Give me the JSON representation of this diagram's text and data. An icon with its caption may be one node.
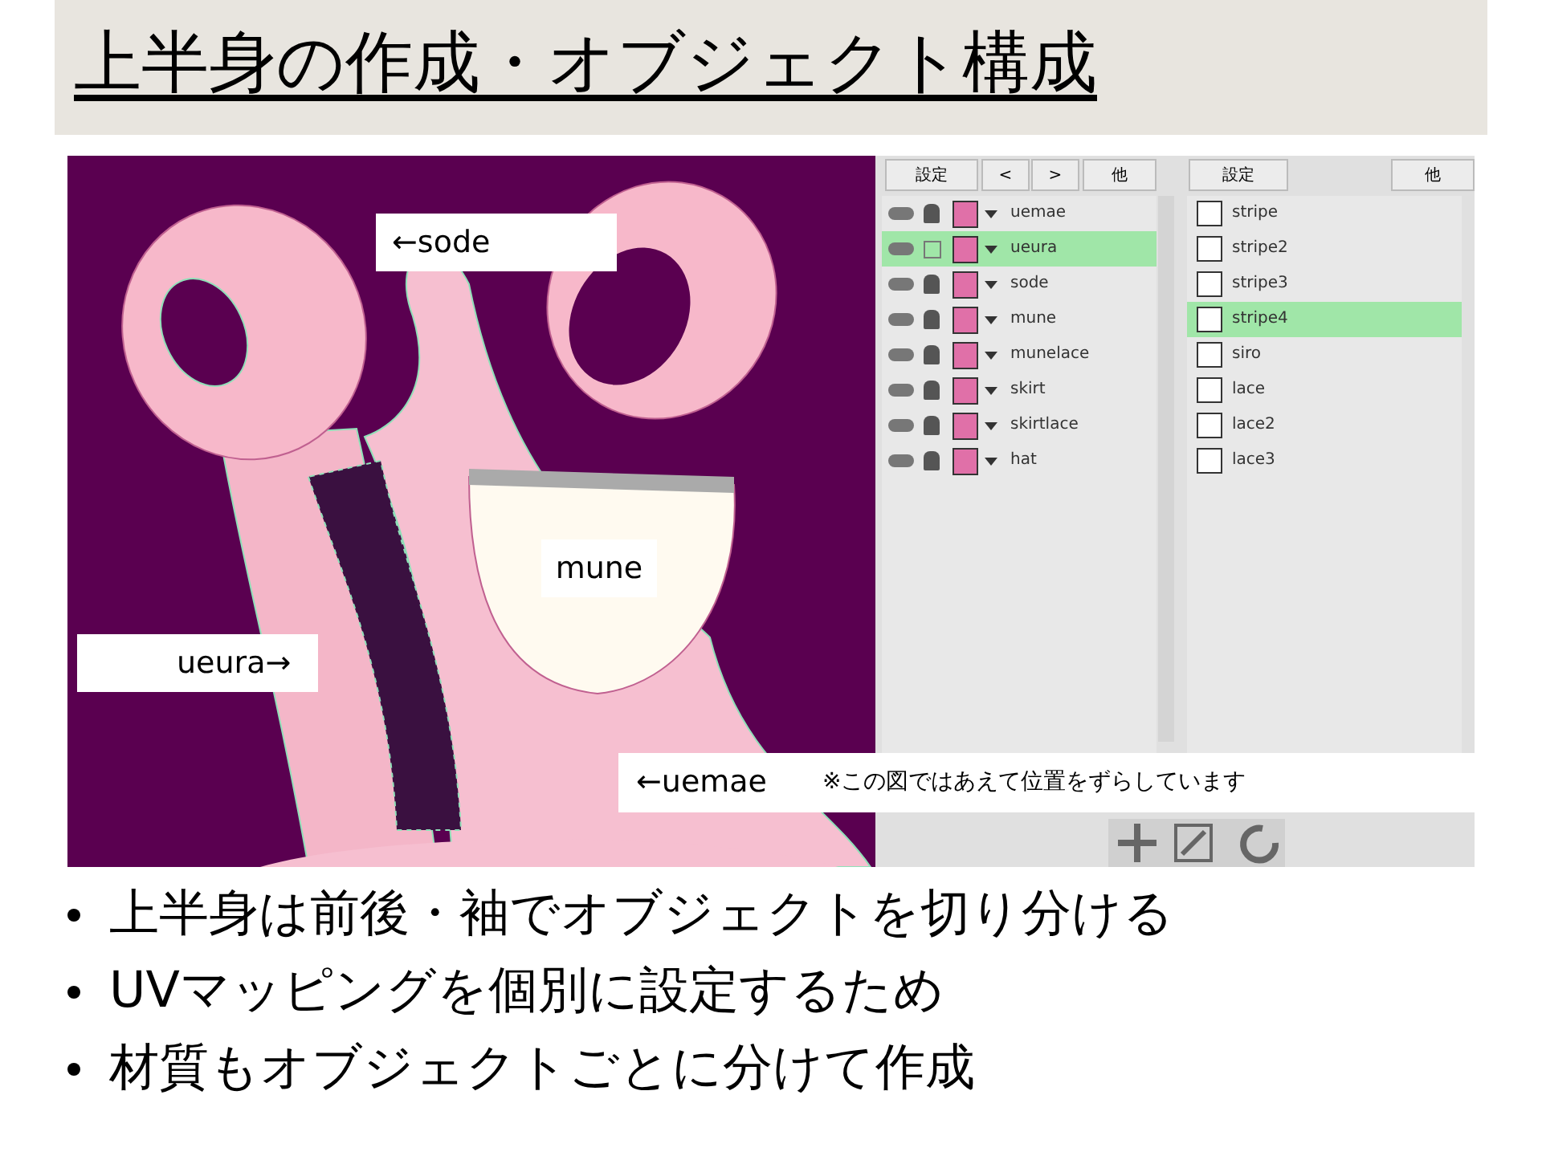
{
  "diagram": {
    "title": "上半身の作成・オブジェクト構成",
    "labels": [
      "←sode",
      "mune",
      "ueura→",
      "←uemae",
      "※この図ではあえて位置をずらしています",
      "設定",
      "<",
      ">",
      "他",
      "uemae",
      "ueura",
      "sode",
      "mune",
      "munelace",
      "skirt",
      "skirtlace",
      "hat",
      "設定",
      "他",
      "stripe",
      "stripe2",
      "stripe3",
      "stripe4",
      "siro",
      "lace",
      "lace2",
      "lace3",
      "上半身は前後・袖でオブジェクトを切り分ける",
      "UVマッピングを個別に設定するため",
      "材質もオブジェクトごとに分けて作成"
    ]
  }
}
